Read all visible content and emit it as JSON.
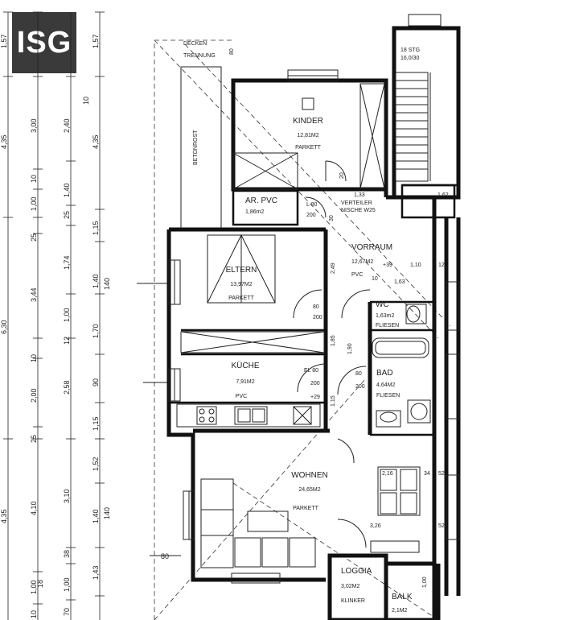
{
  "logo": {
    "text": "ISG",
    "color": "#3a3a3a"
  },
  "rooms": {
    "kinder": {
      "name": "KINDER",
      "area": "12,81M2",
      "floor": "PARKETT"
    },
    "ar": {
      "name": "AR.  PVC",
      "area": "1,86m2"
    },
    "eltern": {
      "name": "ELTERN",
      "area": "13,97M2",
      "floor": "PARKETT"
    },
    "vorraum": {
      "name": "VORRAUM",
      "area": "12,67M2",
      "floor": "PVC"
    },
    "wc": {
      "name": "WC",
      "area": "1,63m2",
      "floor": "FLIESEN"
    },
    "kuche": {
      "name": "KÜCHE",
      "area": "7,91M2",
      "floor": "PVC"
    },
    "bad": {
      "name": "BAD",
      "area": "4,64M2",
      "floor": "FLIESEN"
    },
    "wohnen": {
      "name": "WOHNEN",
      "area": "24,65M2",
      "floor": "PARKETT"
    },
    "loggia": {
      "name": "LOGGIA",
      "area": "3,02M2",
      "floor": "KLINKER"
    },
    "balk": {
      "name": "BALK",
      "area": "2,1M2"
    },
    "stairs": {
      "label": "18 STG",
      "sub": "16,0/30"
    }
  },
  "labels": {
    "decken": "DECKEN",
    "trennung": "TRENNUNG",
    "betonrost": "BETONROST",
    "verteiler": "VERTEILER",
    "nische": "NISCHE W25",
    "d80": "80",
    "d200": "200",
    "d80b": "L 80",
    "d80c": "EL 80"
  },
  "left_dims": {
    "col1": [
      "1,57",
      "4,35",
      "6,30",
      "4,35"
    ],
    "col2": [
      "3,00",
      "10",
      "1,00",
      "25",
      "3,44",
      "10",
      "2,00",
      "25",
      "4,10",
      "1,00",
      "10"
    ],
    "col3": [
      "2,40",
      "1,40",
      "25",
      "1,74",
      "1,00",
      "12",
      "2,58",
      "3,10",
      "38",
      "1,00",
      "70"
    ],
    "col4": [
      "1,57",
      "4,35",
      "1,15",
      "1,40",
      "1,70",
      "90",
      "1,15",
      "1,52",
      "1,40",
      "1,43"
    ],
    "extra": [
      "10",
      "140",
      "18",
      "140"
    ]
  },
  "inner_dims": [
    "1,33",
    "20",
    "30",
    "1,62",
    "2,49",
    "1,85",
    "1,90",
    "1,15",
    "+39",
    "1,10",
    "1,63",
    "12",
    "10",
    "+29",
    "2,16",
    "34",
    "52",
    "3,26",
    "52",
    "1,00",
    "80",
    "80"
  ]
}
